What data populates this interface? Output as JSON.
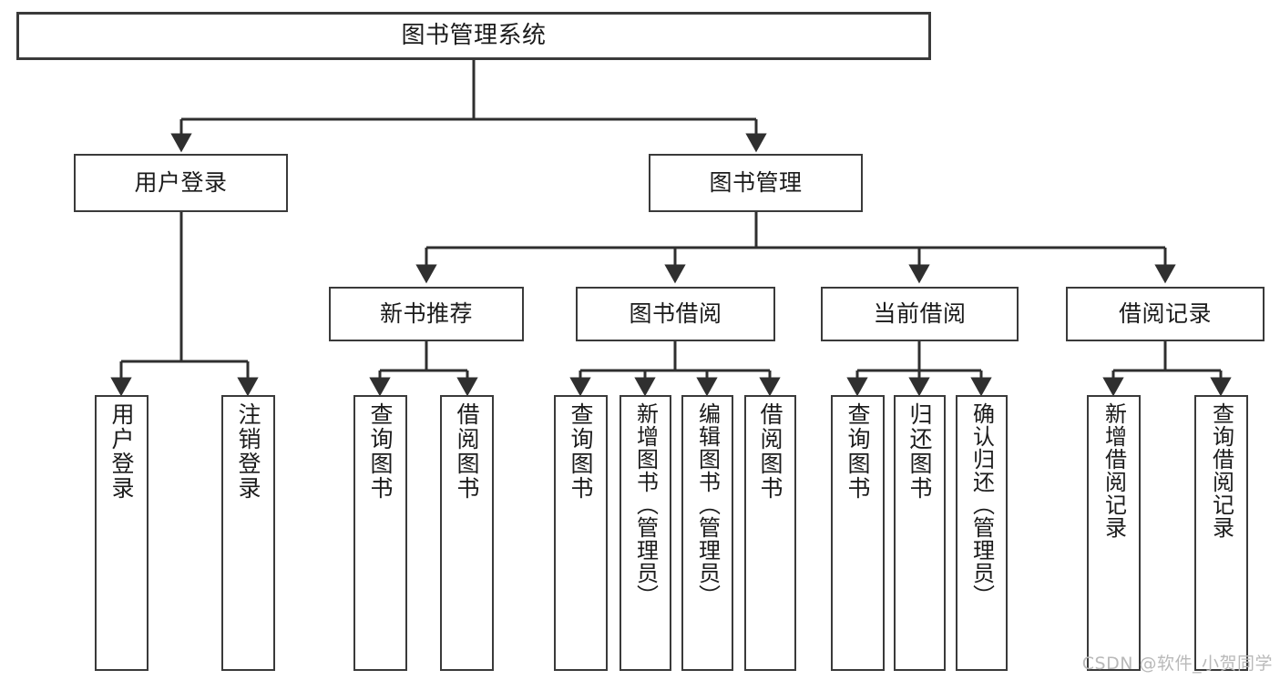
{
  "diagram": {
    "title": "图书管理系统",
    "type": "tree-hierarchy-chart",
    "watermark": "CSDN @软件_小贺同学",
    "colors": {
      "background": "#ffffff",
      "box_border": "#3a3a3a",
      "box_fill": "#ffffff",
      "text": "#1b1b1b",
      "edge": "#2f2f2f",
      "watermark": "#b9b9b9"
    },
    "levels": {
      "root": {
        "label": "图书管理系统"
      },
      "level2": [
        {
          "id": "user-login",
          "label": "用户登录"
        },
        {
          "id": "book-management",
          "label": "图书管理"
        }
      ],
      "level3": [
        {
          "id": "new-book-recommend",
          "label": "新书推荐",
          "parent": "book-management"
        },
        {
          "id": "book-borrow",
          "label": "图书借阅",
          "parent": "book-management"
        },
        {
          "id": "current-borrow",
          "label": "当前借阅",
          "parent": "book-management"
        },
        {
          "id": "borrow-record",
          "label": "借阅记录",
          "parent": "book-management"
        }
      ],
      "leaves": [
        {
          "id": "leaf-user-login",
          "label": "用户登录",
          "parent": "user-login"
        },
        {
          "id": "leaf-logout-login",
          "label": "注销登录",
          "parent": "user-login"
        },
        {
          "id": "leaf-query-book-1",
          "label": "查询图书",
          "parent": "new-book-recommend"
        },
        {
          "id": "leaf-borrow-book-1",
          "label": "借阅图书",
          "parent": "new-book-recommend"
        },
        {
          "id": "leaf-query-book-2",
          "label": "查询图书",
          "parent": "book-borrow"
        },
        {
          "id": "leaf-add-book",
          "label": "新增图书（管理员）",
          "parent": "book-borrow"
        },
        {
          "id": "leaf-edit-book",
          "label": "编辑图书（管理员）",
          "parent": "book-borrow"
        },
        {
          "id": "leaf-borrow-book-2",
          "label": "借阅图书",
          "parent": "book-borrow"
        },
        {
          "id": "leaf-query-book-3",
          "label": "查询图书",
          "parent": "current-borrow"
        },
        {
          "id": "leaf-return-book",
          "label": "归还图书",
          "parent": "current-borrow"
        },
        {
          "id": "leaf-confirm-return",
          "label": "确认归还（管理员）",
          "parent": "current-borrow"
        },
        {
          "id": "leaf-add-record",
          "label": "新增借阅记录",
          "parent": "borrow-record"
        },
        {
          "id": "leaf-query-record",
          "label": "查询借阅记录",
          "parent": "borrow-record"
        }
      ]
    }
  }
}
